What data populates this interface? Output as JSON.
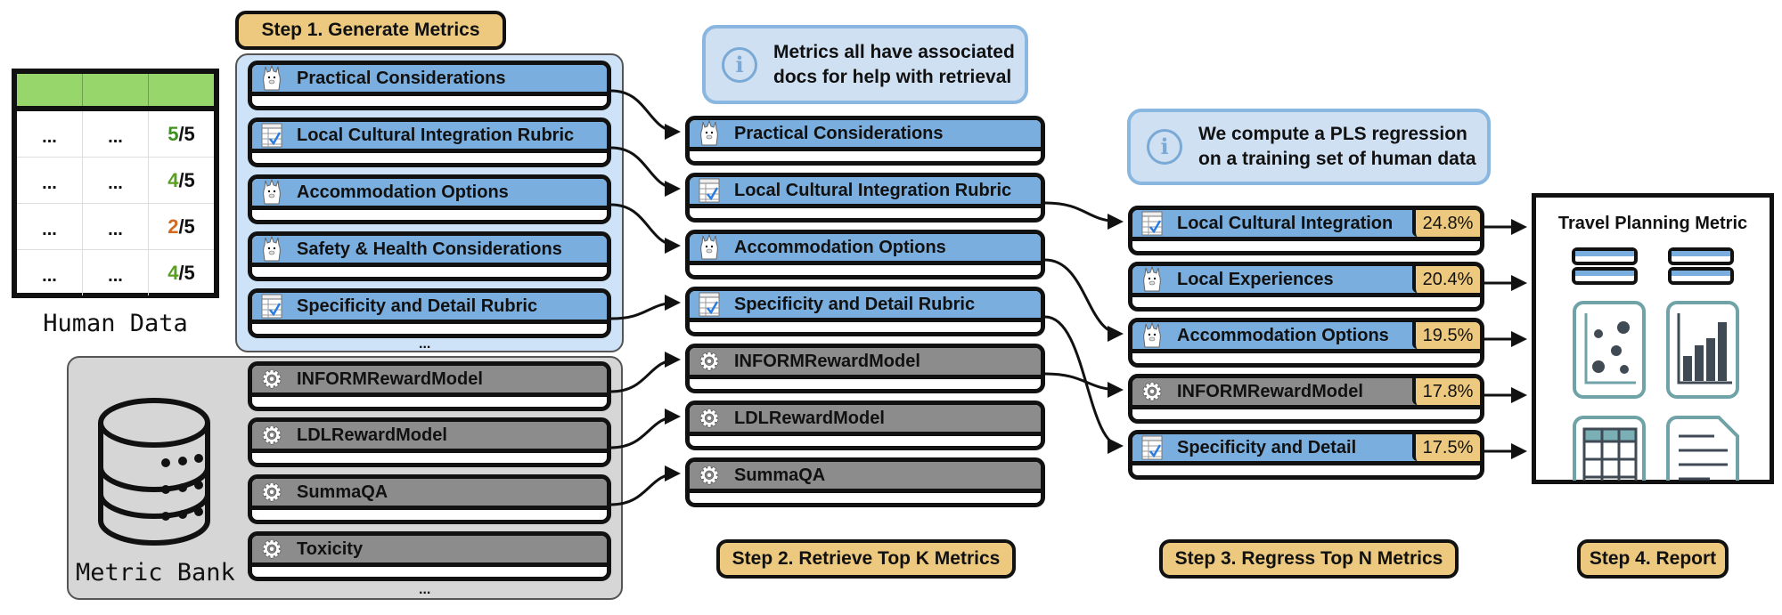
{
  "human_data": {
    "label": "Human Data",
    "rows": [
      {
        "c1": "...",
        "c2": "...",
        "score": "5",
        "of": "/5",
        "color": "#3f8f1f"
      },
      {
        "c1": "...",
        "c2": "...",
        "score": "4",
        "of": "/5",
        "color": "#5aa020"
      },
      {
        "c1": "...",
        "c2": "...",
        "score": "2",
        "of": "/5",
        "color": "#d2691e"
      },
      {
        "c1": "...",
        "c2": "...",
        "score": "4",
        "of": "/5",
        "color": "#5aa020"
      }
    ],
    "header_color": "#96d66a"
  },
  "step1": {
    "label": "Step 1. Generate Metrics",
    "generated": [
      {
        "name": "Practical Considerations",
        "icon": "llama-icon"
      },
      {
        "name": "Local Cultural Integration Rubric",
        "icon": "rubric-icon"
      },
      {
        "name": "Accommodation Options",
        "icon": "llama-icon"
      },
      {
        "name": "Safety & Health Considerations",
        "icon": "llama-icon"
      },
      {
        "name": "Specificity and Detail Rubric",
        "icon": "rubric-icon"
      }
    ],
    "more": "...",
    "metric_bank": {
      "label": "Metric Bank",
      "items": [
        {
          "name": "INFORMRewardModel",
          "icon": "gear-icon"
        },
        {
          "name": "LDLRewardModel",
          "icon": "gear-icon"
        },
        {
          "name": "SummaQA",
          "icon": "gear-icon"
        },
        {
          "name": "Toxicity",
          "icon": "gear-icon"
        }
      ],
      "more": "..."
    }
  },
  "step2": {
    "label": "Step 2. Retrieve Top K Metrics",
    "info": [
      "Metrics all have associated",
      "docs for help with retrieval"
    ],
    "items": [
      {
        "name": "Practical Considerations",
        "icon": "llama-icon",
        "kind": "blue"
      },
      {
        "name": "Local Cultural Integration Rubric",
        "icon": "rubric-icon",
        "kind": "blue"
      },
      {
        "name": "Accommodation Options",
        "icon": "llama-icon",
        "kind": "blue"
      },
      {
        "name": "Specificity and Detail Rubric",
        "icon": "rubric-icon",
        "kind": "blue"
      },
      {
        "name": "INFORMRewardModel",
        "icon": "gear-icon",
        "kind": "gray"
      },
      {
        "name": "LDLRewardModel",
        "icon": "gear-icon",
        "kind": "gray"
      },
      {
        "name": "SummaQA",
        "icon": "gear-icon",
        "kind": "gray"
      }
    ]
  },
  "step3": {
    "label": "Step 3. Regress Top N Metrics",
    "info": [
      "We compute a PLS regression",
      "on a training set of human data"
    ],
    "items": [
      {
        "name": "Local Cultural Integration",
        "icon": "rubric-icon",
        "kind": "blue",
        "weight": "24.8%"
      },
      {
        "name": "Local Experiences",
        "icon": "llama-icon",
        "kind": "blue",
        "weight": "20.4%"
      },
      {
        "name": "Accommodation Options",
        "icon": "llama-icon",
        "kind": "blue",
        "weight": "19.5%"
      },
      {
        "name": "INFORMRewardModel",
        "icon": "gear-icon",
        "kind": "gray",
        "weight": "17.8%"
      },
      {
        "name": "Specificity and Detail",
        "icon": "rubric-icon",
        "kind": "blue",
        "weight": "17.5%"
      }
    ]
  },
  "step4": {
    "label": "Step 4. Report",
    "report_title": "Travel Planning Metric"
  },
  "colors": {
    "metric_blue": "#7aaede",
    "metric_gray": "#8c8c8c",
    "step_label": "#ecc97e",
    "info_bg": "#cfe0f2"
  }
}
